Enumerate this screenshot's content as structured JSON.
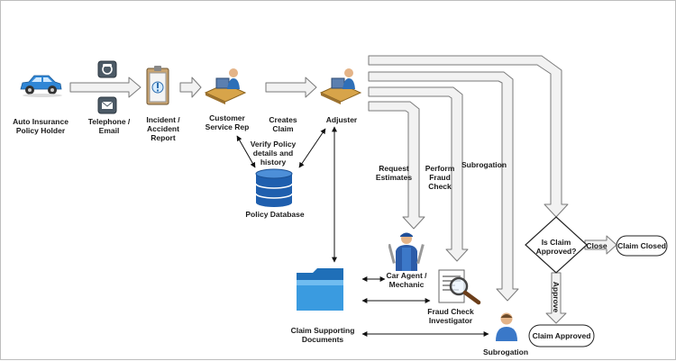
{
  "nodes": {
    "policy_holder": "Auto Insurance\nPolicy Holder",
    "telephone_email": "Telephone /\nEmail",
    "incident_report": "Incident /\nAccident\nReport",
    "customer_service": "Customer\nService Rep",
    "adjuster": "Adjuster",
    "policy_database": "Policy Database",
    "car_agent": "Car Agent /\nMechanic",
    "fraud_investigator": "Fraud Check\nInvestigator",
    "subrogation_person": "Subrogation",
    "supporting_docs": "Claim Supporting\nDocuments",
    "decision": "Is Claim\nApproved?",
    "claim_closed": "Claim Closed",
    "claim_approved": "Claim Approved"
  },
  "edges": {
    "creates_claim": "Creates\nClaim",
    "verify_policy": "Verify Policy\ndetails and\nhistory",
    "request_estimates": "Request\nEstimates",
    "perform_fraud_check": "Perform\nFraud\nCheck",
    "subrogation": "Subrogation",
    "close": "Close",
    "approve": "Approve"
  },
  "colors": {
    "flow_arrow_fill": "#f2f2f2",
    "flow_arrow_stroke": "#7a7a7a",
    "car_blue": "#2f86d6",
    "database_blue": "#1f5fae",
    "folder_blue": "#3a9be0"
  }
}
